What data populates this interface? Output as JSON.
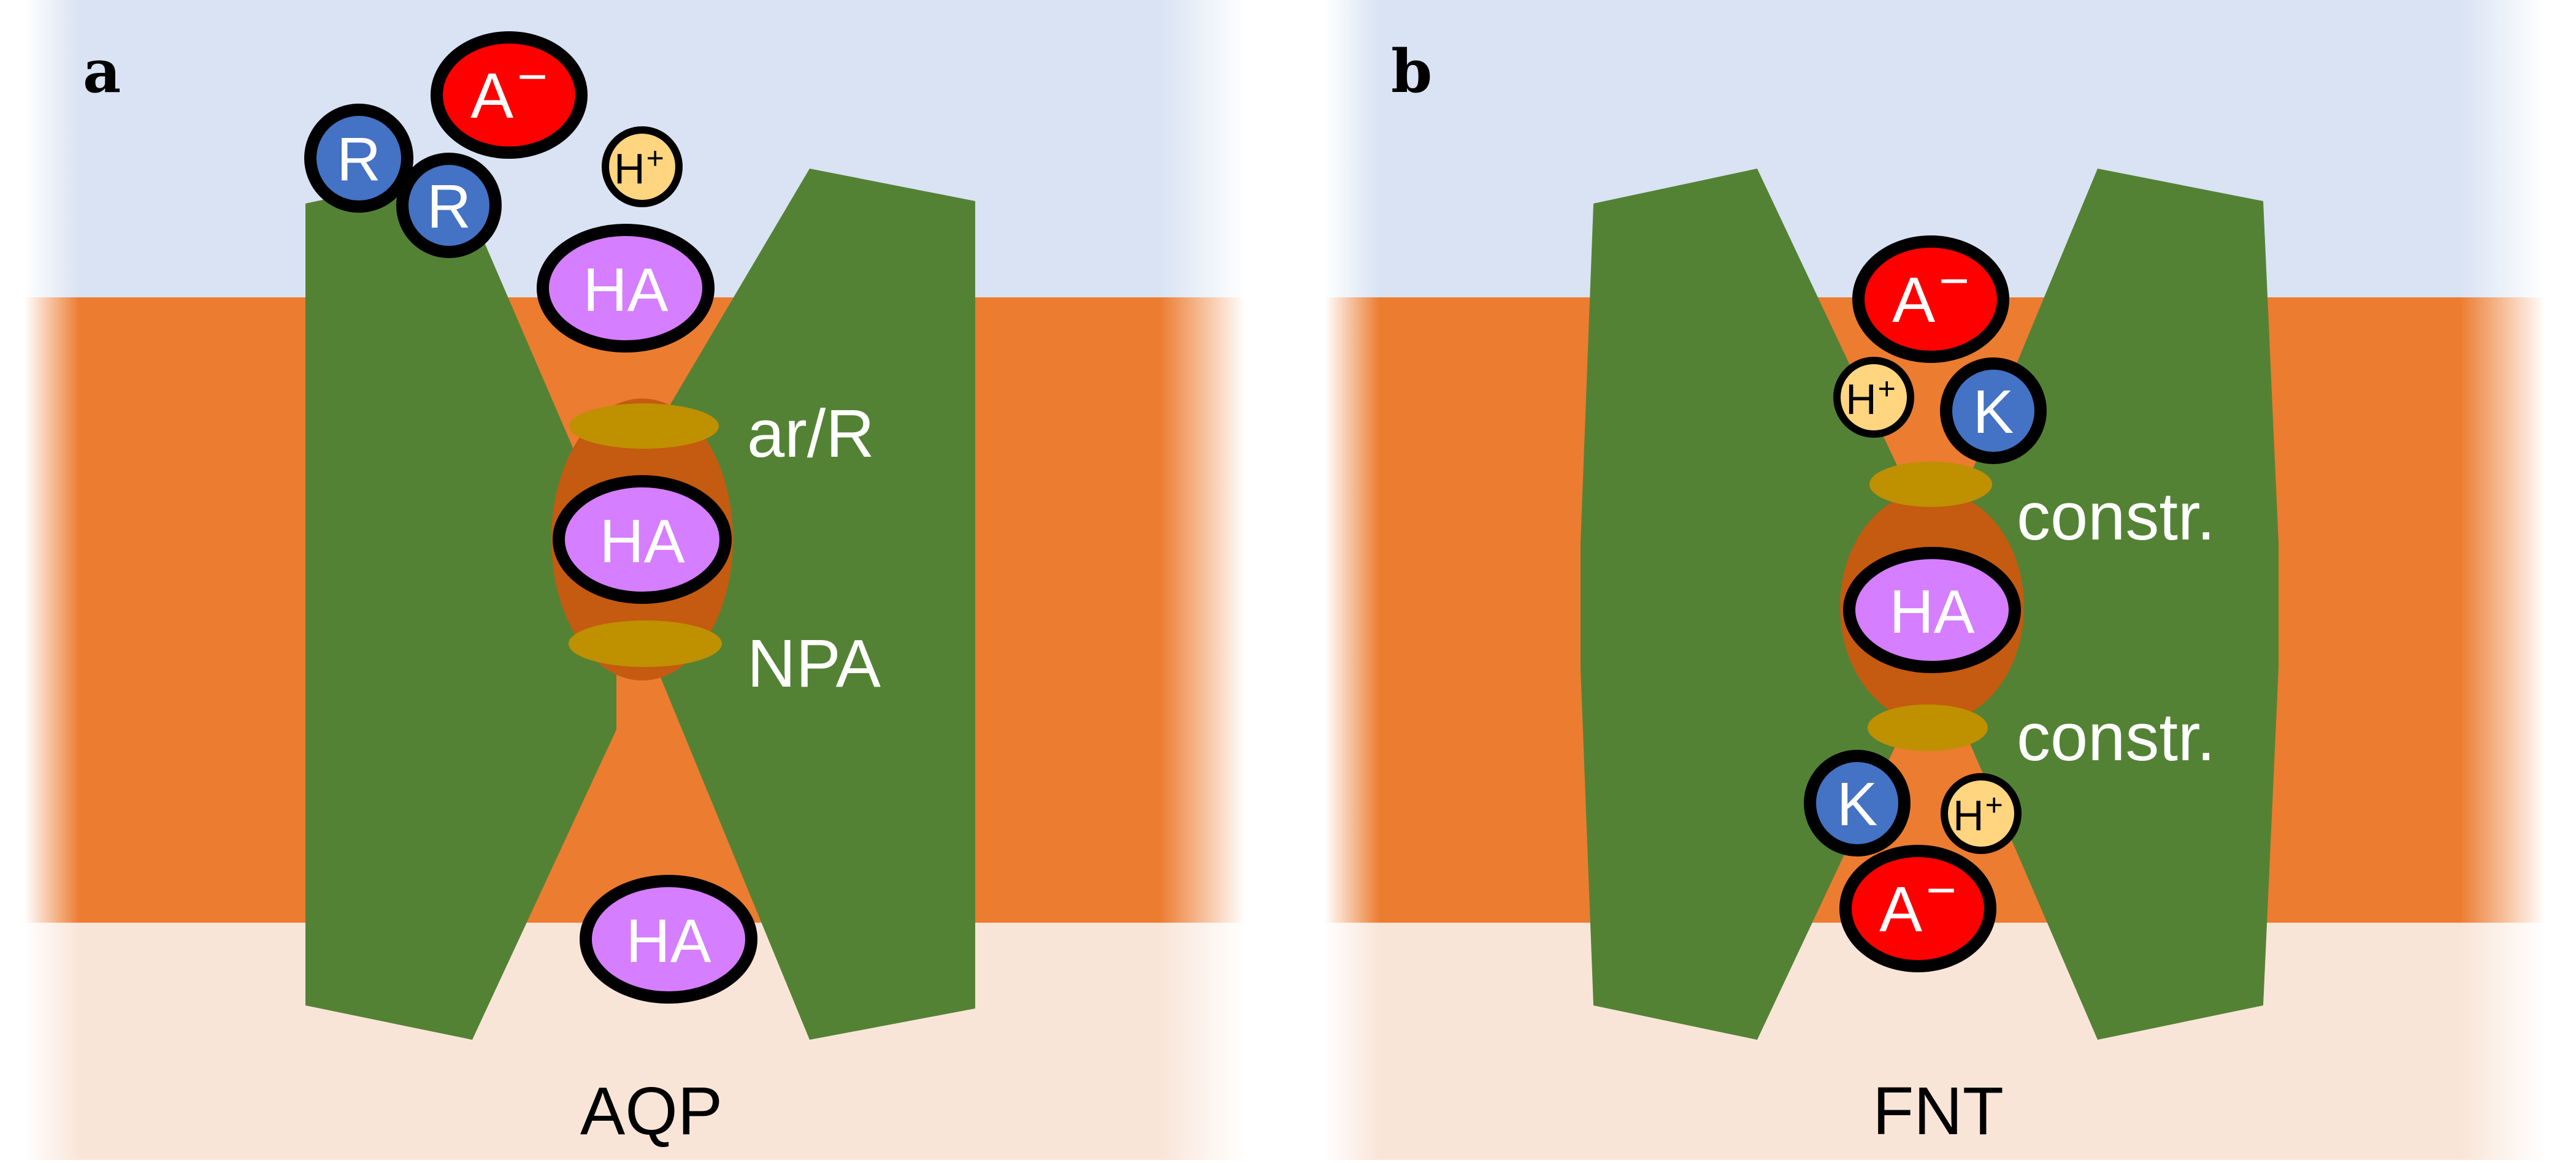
{
  "colors": {
    "extracellular": "#d9e3f3",
    "membrane": "#ec7c30",
    "cytoplasm": "#f9e5d8",
    "protein": "#548235",
    "vestibule": "#c55a11",
    "constriction": "#bf9000",
    "substrate_HA": "#d57eff",
    "anion": "#ff0000",
    "proton": "#ffd580",
    "basic_residue": "#4472c4",
    "outline": "#000000",
    "label_on_dark": "#ffffff",
    "label_on_light": "#000000"
  },
  "panels": [
    {
      "letter": "a",
      "title": "AQP",
      "regions": [
        "ar/R",
        "NPA"
      ],
      "molecules": {
        "residue_1": "R",
        "residue_2": "R",
        "anion": "A",
        "anion_charge": "−",
        "proton": "H",
        "proton_charge": "+",
        "substrate_top": "HA",
        "substrate_pore": "HA",
        "substrate_bottom": "HA"
      }
    },
    {
      "letter": "b",
      "title": "FNT",
      "regions": [
        "constr.",
        "constr."
      ],
      "molecules": {
        "anion_top": "A",
        "anion_top_charge": "−",
        "proton_top": "H",
        "proton_top_charge": "+",
        "residue_top": "K",
        "substrate_pore": "HA",
        "residue_bottom": "K",
        "proton_bottom": "H",
        "proton_bottom_charge": "+",
        "anion_bottom": "A",
        "anion_bottom_charge": "−"
      }
    }
  ]
}
